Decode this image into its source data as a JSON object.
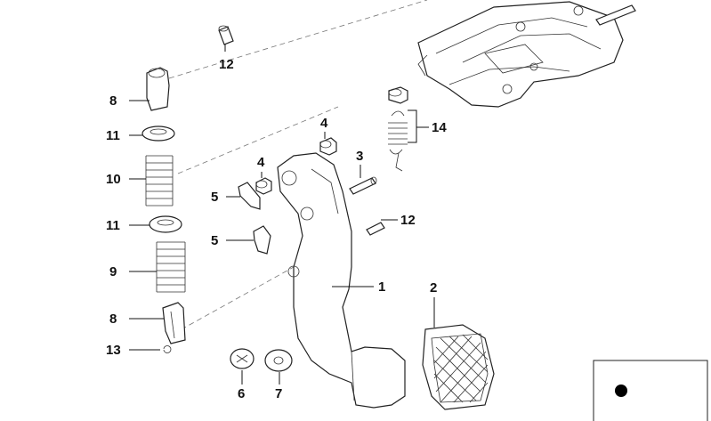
{
  "callouts": {
    "c1": "1",
    "c2": "2",
    "c3": "3",
    "c4a": "4",
    "c4b": "4",
    "c5a": "5",
    "c5b": "5",
    "c6": "6",
    "c7": "7",
    "c8a": "8",
    "c8b": "8",
    "c9": "9",
    "c10": "10",
    "c11a": "11",
    "c11b": "11",
    "c12a": "12",
    "c12b": "12",
    "c13": "13",
    "c14": "14"
  },
  "colors": {
    "line": "#111111",
    "background": "#ffffff"
  },
  "icons": {
    "indicator": "dot-icon"
  }
}
